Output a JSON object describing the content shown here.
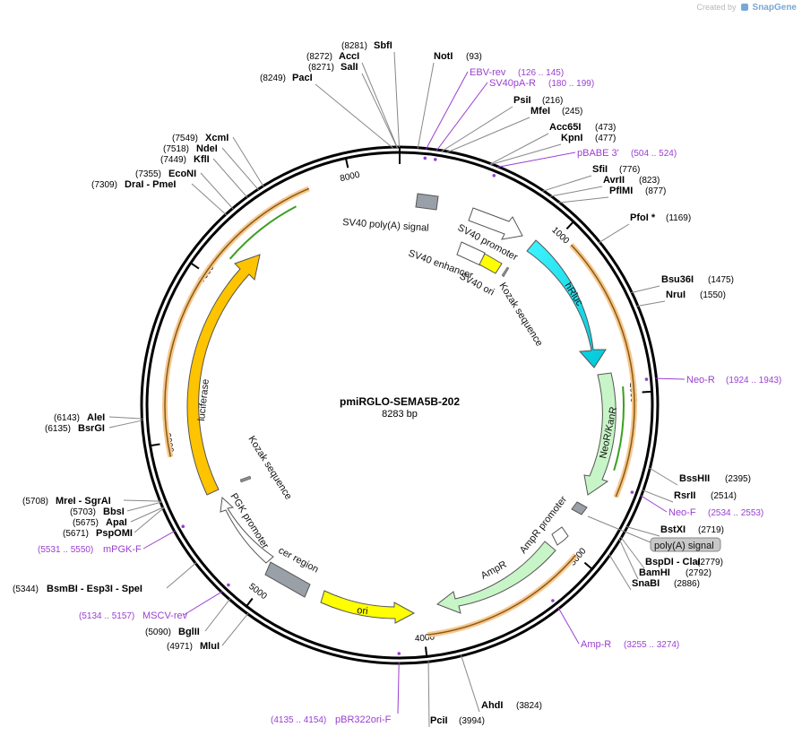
{
  "branding": {
    "created_by": "Created by",
    "product": "SnapGene"
  },
  "plasmid": {
    "name": "pmiRGLO-SEMA5B-202",
    "size_label": "8283 bp",
    "length": 8283
  },
  "ticks": [
    {
      "bp": 1000,
      "label": "1000"
    },
    {
      "bp": 2000,
      "label": "2000"
    },
    {
      "bp": 3000,
      "label": "3000"
    },
    {
      "bp": 4000,
      "label": "4000"
    },
    {
      "bp": 5000,
      "label": "5000"
    },
    {
      "bp": 6000,
      "label": "6000"
    },
    {
      "bp": 7000,
      "label": "7000"
    },
    {
      "bp": 8000,
      "label": "8000"
    }
  ],
  "sites": [
    {
      "name": "SbfI",
      "pos": "(8281)",
      "bp": 8281,
      "side": "left"
    },
    {
      "name": "AccI",
      "pos": "(8272)",
      "bp": 8272,
      "side": "left"
    },
    {
      "name": "SalI",
      "pos": "(8271)",
      "bp": 8271,
      "side": "left"
    },
    {
      "name": "PacI",
      "pos": "(8249)",
      "bp": 8249,
      "side": "left"
    },
    {
      "name": "NotI",
      "pos": "(93)",
      "bp": 93,
      "side": "right"
    },
    {
      "name": "PsiI",
      "pos": "(216)",
      "bp": 216,
      "side": "right"
    },
    {
      "name": "MfeI",
      "pos": "(245)",
      "bp": 245,
      "side": "right"
    },
    {
      "name": "Acc65I",
      "pos": "(473)",
      "bp": 473,
      "side": "right"
    },
    {
      "name": "KpnI",
      "pos": "(477)",
      "bp": 477,
      "side": "right"
    },
    {
      "name": "SfiI",
      "pos": "(776)",
      "bp": 776,
      "side": "right"
    },
    {
      "name": "AvrII",
      "pos": "(823)",
      "bp": 823,
      "side": "right"
    },
    {
      "name": "PflMI",
      "pos": "(877)",
      "bp": 877,
      "side": "right"
    },
    {
      "name": "PfoI *",
      "pos": "(1169)",
      "bp": 1169,
      "side": "right"
    },
    {
      "name": "Bsu36I",
      "pos": "(1475)",
      "bp": 1475,
      "side": "right"
    },
    {
      "name": "NruI",
      "pos": "(1550)",
      "bp": 1550,
      "side": "right"
    },
    {
      "name": "BssHII",
      "pos": "(2395)",
      "bp": 2395,
      "side": "right"
    },
    {
      "name": "RsrII",
      "pos": "(2514)",
      "bp": 2514,
      "side": "right"
    },
    {
      "name": "BstXI",
      "pos": "(2719)",
      "bp": 2719,
      "side": "right"
    },
    {
      "name": "BspDI - ClaI",
      "pos": "(2779)",
      "bp": 2779,
      "side": "right"
    },
    {
      "name": "BamHI",
      "pos": "(2792)",
      "bp": 2792,
      "side": "right"
    },
    {
      "name": "SnaBI",
      "pos": "(2886)",
      "bp": 2886,
      "side": "right"
    },
    {
      "name": "AhdI",
      "pos": "(3824)",
      "bp": 3824,
      "side": "right"
    },
    {
      "name": "PciI",
      "pos": "(3994)",
      "bp": 3994,
      "side": "right"
    },
    {
      "name": "MluI",
      "pos": "(4971)",
      "bp": 4971,
      "side": "left"
    },
    {
      "name": "BglII",
      "pos": "(5090)",
      "bp": 5090,
      "side": "left"
    },
    {
      "name": "BsmBI - Esp3I - SpeI",
      "pos": "(5344)",
      "bp": 5344,
      "side": "left"
    },
    {
      "name": "PspOMI",
      "pos": "(5671)",
      "bp": 5671,
      "side": "left"
    },
    {
      "name": "ApaI",
      "pos": "(5675)",
      "bp": 5675,
      "side": "left"
    },
    {
      "name": "BbsI",
      "pos": "(5703)",
      "bp": 5703,
      "side": "left"
    },
    {
      "name": "MreI - SgrAI",
      "pos": "(5708)",
      "bp": 5708,
      "side": "left"
    },
    {
      "name": "BsrGI",
      "pos": "(6135)",
      "bp": 6135,
      "side": "left"
    },
    {
      "name": "AleI",
      "pos": "(6143)",
      "bp": 6143,
      "side": "left"
    },
    {
      "name": "DraI - PmeI",
      "pos": "(7309)",
      "bp": 7309,
      "side": "left"
    },
    {
      "name": "EcoNI",
      "pos": "(7355)",
      "bp": 7355,
      "side": "left"
    },
    {
      "name": "KflI",
      "pos": "(7449)",
      "bp": 7449,
      "side": "left"
    },
    {
      "name": "NdeI",
      "pos": "(7518)",
      "bp": 7518,
      "side": "left"
    },
    {
      "name": "XcmI",
      "pos": "(7549)",
      "bp": 7549,
      "side": "left"
    }
  ],
  "primers": [
    {
      "name": "EBV-rev",
      "pos": "(126 .. 145)",
      "bp": 135,
      "side": "right"
    },
    {
      "name": "SV40pA-R",
      "pos": "(180 .. 199)",
      "bp": 190,
      "side": "right"
    },
    {
      "name": "pBABE 3'",
      "pos": "(504 .. 524)",
      "bp": 514,
      "side": "right"
    },
    {
      "name": "Neo-R",
      "pos": "(1924 .. 1943)",
      "bp": 1933,
      "side": "right"
    },
    {
      "name": "Neo-F",
      "pos": "(2534 .. 2553)",
      "bp": 2543,
      "side": "right"
    },
    {
      "name": "Amp-R",
      "pos": "(3255 .. 3274)",
      "bp": 3265,
      "side": "right"
    },
    {
      "name": "pBR322ori-F",
      "pos": "(4135 .. 4154)",
      "bp": 4145,
      "side": "left"
    },
    {
      "name": "MSCV-rev",
      "pos": "(5134 .. 5157)",
      "bp": 5145,
      "side": "left"
    },
    {
      "name": "mPGK-F",
      "pos": "(5531 .. 5550)",
      "bp": 5540,
      "side": "left"
    }
  ],
  "features": [
    {
      "name": "SV40 poly(A) signal",
      "color": "#9aa0a8"
    },
    {
      "name": "SV40 promoter",
      "color": "#ffffff"
    },
    {
      "name": "SV40 enhancer",
      "color": "#ffffff"
    },
    {
      "name": "SV40 ori",
      "color": "#ffff00"
    },
    {
      "name": "Kozak sequence",
      "color": "#888888"
    },
    {
      "name": "hRluc",
      "color": "#00e5ee"
    },
    {
      "name": "NeoR/KanR",
      "color": "#c8f5c8"
    },
    {
      "name": "poly(A) signal",
      "color": "#c8c8c8"
    },
    {
      "name": "AmpR promoter",
      "color": "#ffffff"
    },
    {
      "name": "AmpR",
      "color": "#c8f5c8"
    },
    {
      "name": "ori",
      "color": "#ffff00"
    },
    {
      "name": "cer region",
      "color": "#9aa0a8"
    },
    {
      "name": "PGK promoter",
      "color": "#ffffff"
    },
    {
      "name": "Kozak sequence",
      "color": "#888888"
    },
    {
      "name": "luciferase",
      "color": "#ffc400"
    }
  ],
  "colors": {
    "backbone": "#000000",
    "orf_orange": "#e8a040",
    "orf_green": "#3aa020",
    "primer": "#9a3fd0"
  }
}
